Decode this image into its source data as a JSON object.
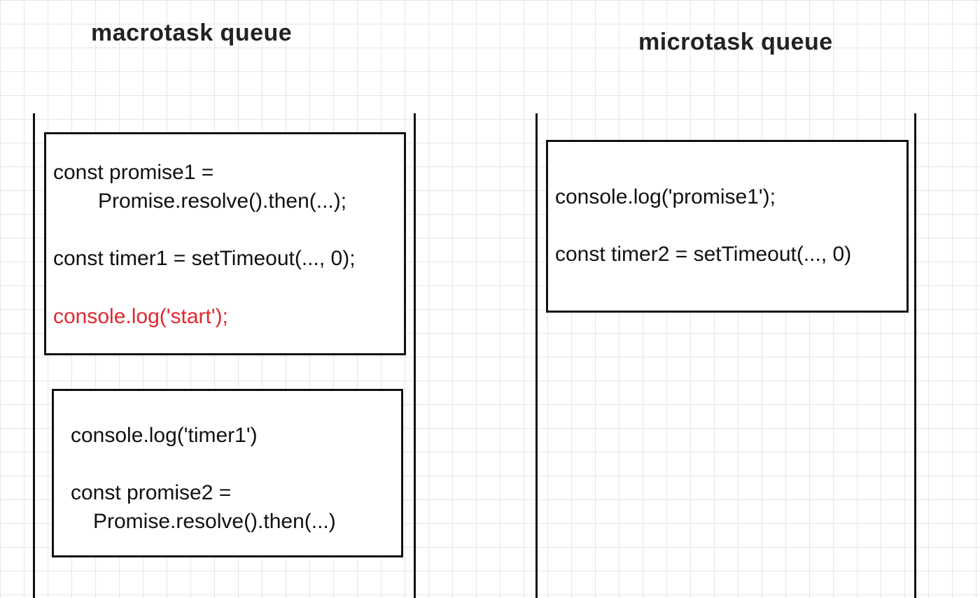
{
  "macrotask": {
    "title": "macrotask queue",
    "task1": {
      "line1": "const promise1 =",
      "line2": "Promise.resolve().then(...);",
      "line3": "const timer1 = setTimeout(..., 0);",
      "line4": "console.log('start');"
    },
    "task2": {
      "line1": "console.log('timer1')",
      "line2": "const promise2 =",
      "line3": "Promise.resolve().then(...)"
    }
  },
  "microtask": {
    "title": "microtask queue",
    "task1": {
      "line1": "console.log('promise1');",
      "line2": "const timer2 = setTimeout(..., 0)"
    }
  },
  "colors": {
    "highlight": "#e0282e",
    "stroke": "#111111",
    "grid": "#e6e6e6"
  }
}
